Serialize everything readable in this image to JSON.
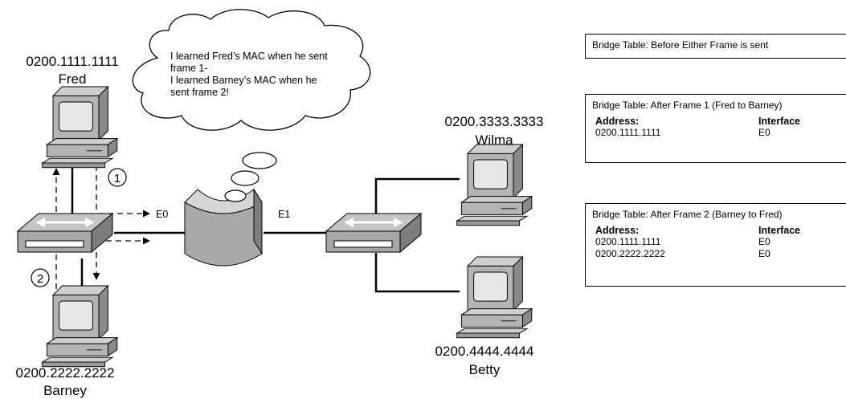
{
  "hosts": {
    "fred": {
      "mac": "0200.1111.1111",
      "name": "Fred"
    },
    "barney": {
      "mac": "0200.2222.2222",
      "name": "Barney"
    },
    "wilma": {
      "mac": "0200.3333.3333",
      "name": "Wilma"
    },
    "betty": {
      "mac": "0200.4444.4444",
      "name": "Betty"
    }
  },
  "bridge": {
    "e0_label": "E0",
    "e1_label": "E1"
  },
  "callouts": {
    "frame1": "1",
    "frame2": "2"
  },
  "thought": {
    "lines": [
      "I learned Fred’s MAC when he sent",
      "frame 1-",
      "I learned Barney’s MAC when he",
      "sent frame 2!"
    ]
  },
  "tables": [
    {
      "title": "Bridge Table:  Before Either Frame is sent",
      "header": {
        "address": "",
        "interface": ""
      },
      "rows": []
    },
    {
      "title": "Bridge Table:  After Frame 1 (Fred to Barney)",
      "header": {
        "address": "Address:",
        "interface": "Interface"
      },
      "rows": [
        {
          "address": "0200.1111.1111",
          "interface": "E0"
        }
      ]
    },
    {
      "title": "Bridge Table:  After Frame 2 (Barney to Fred)",
      "header": {
        "address": "Address:",
        "interface": "Interface"
      },
      "rows": [
        {
          "address": "0200.1111.1111",
          "interface": "E0"
        },
        {
          "address": "0200.2222.2222",
          "interface": "E0"
        }
      ]
    }
  ],
  "colors": {
    "device_light": "#c8c8c8",
    "device_mid": "#a9a9a9",
    "device_dark": "#7a7a7a",
    "screen": "#e4e4e4"
  }
}
